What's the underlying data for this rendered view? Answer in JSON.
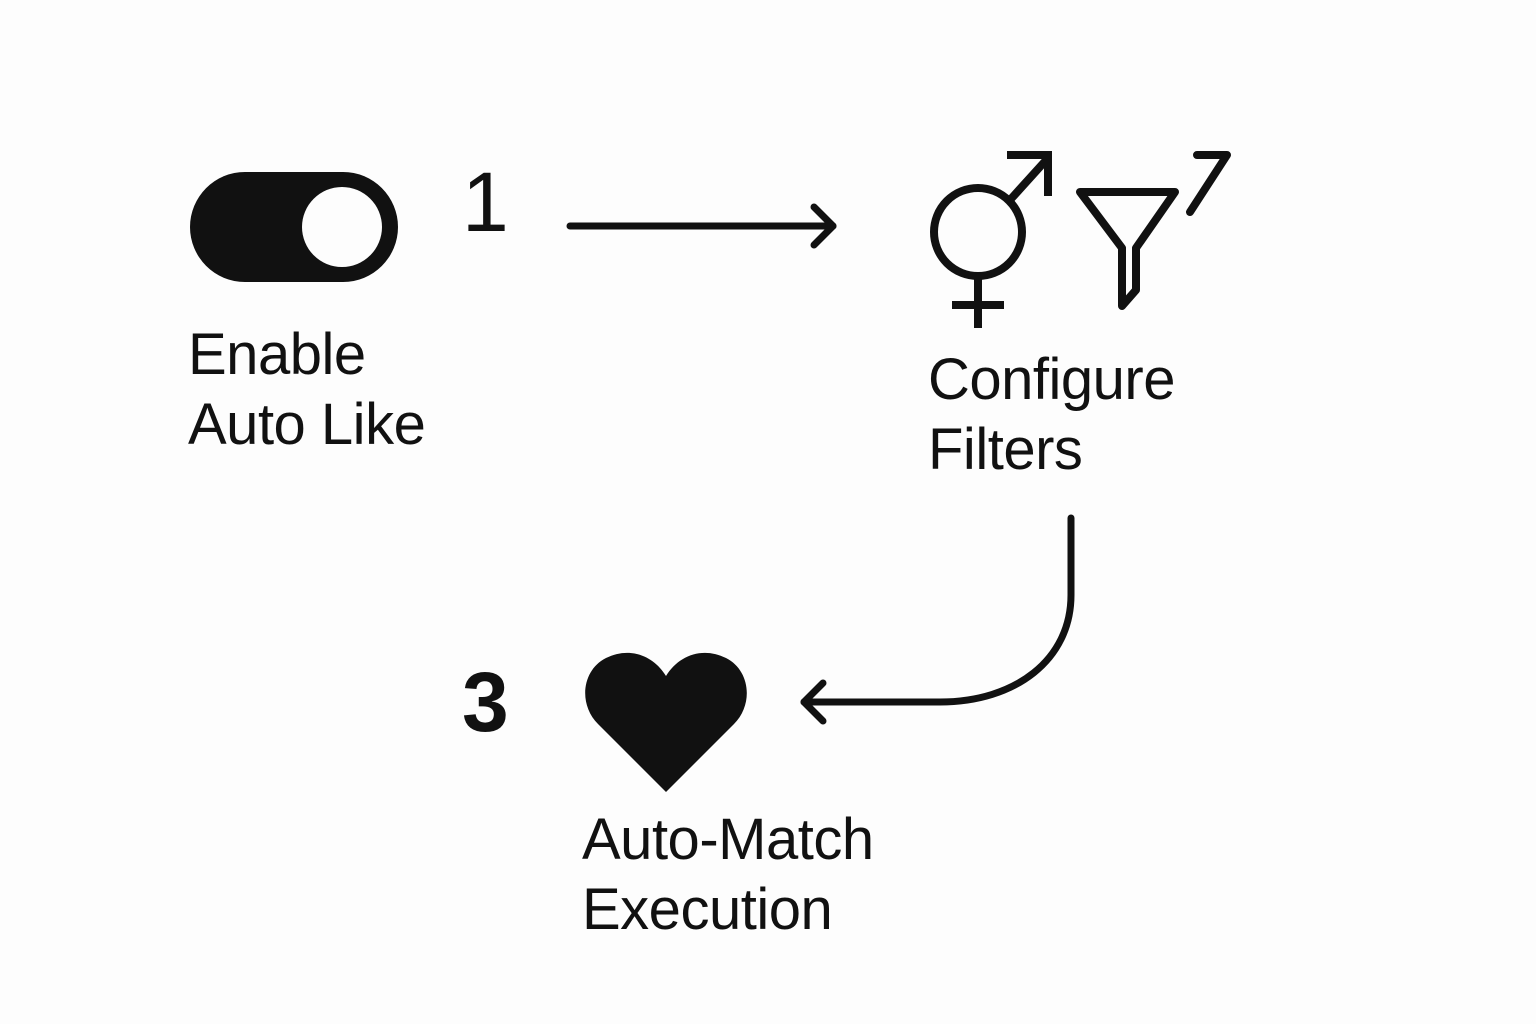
{
  "diagram": {
    "title": "",
    "colors": {
      "background": "#fdfdfd",
      "ink": "#111111"
    },
    "steps": [
      {
        "number": "1",
        "icon": "toggle-switch-on-icon",
        "label_line1": "Enable",
        "label_line2": "Auto Like"
      },
      {
        "number": "",
        "icons": [
          "gender-symbol-icon",
          "filter-funnel-icon"
        ],
        "label_line1": "Configure",
        "label_line2": "Filters"
      },
      {
        "number": "3",
        "icon": "heart-icon",
        "label_line1": "Auto-Match",
        "label_line2": "Execution"
      }
    ],
    "connectors": [
      {
        "from": "step-1",
        "to": "step-2",
        "style": "straight-arrow"
      },
      {
        "from": "step-2",
        "to": "step-3",
        "style": "curved-arrow"
      }
    ]
  }
}
